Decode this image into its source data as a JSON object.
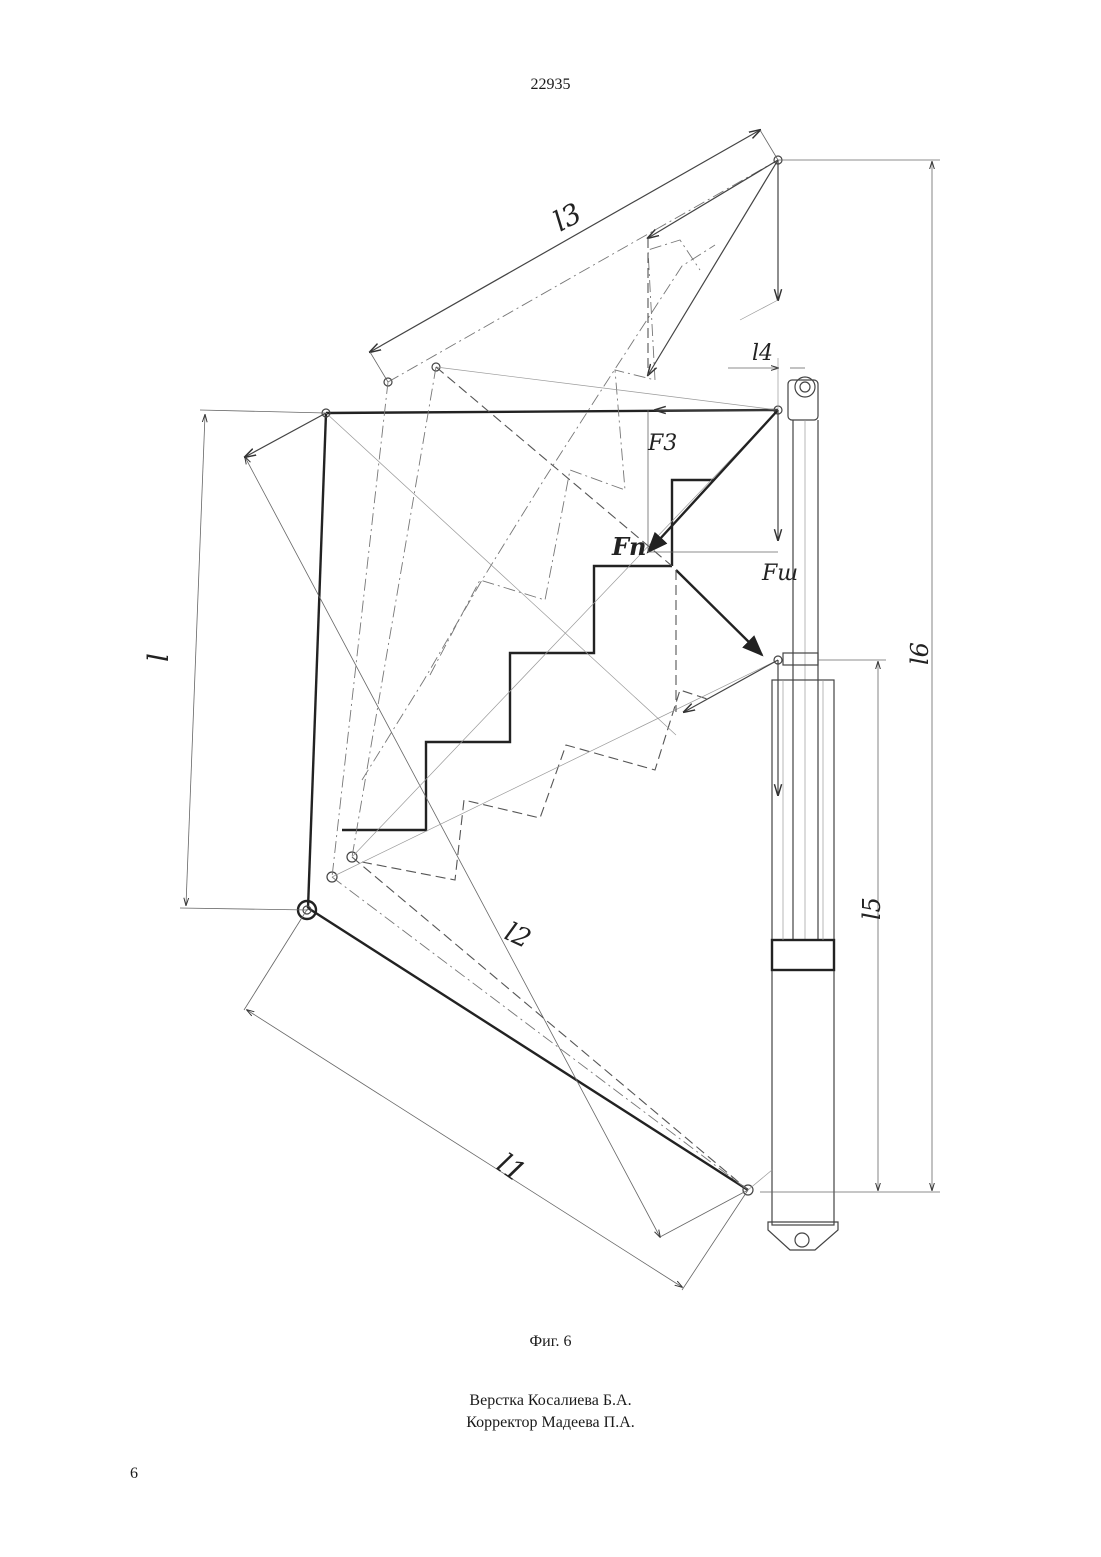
{
  "header": {
    "doc_number": "22935"
  },
  "figure": {
    "labels": {
      "l": "l",
      "l1": "l1",
      "l2": "l2",
      "l3": "l3",
      "l4": "l4",
      "l5": "l5",
      "l6": "l6",
      "f3": "F3",
      "fp": "Fп",
      "fsh": "Fш"
    }
  },
  "caption": "Фиг. 6",
  "credits": {
    "layout": "Верстка Косалиева Б.А.",
    "corrector": "Корректор Мадеева П.А."
  },
  "footer": {
    "page_number": "6"
  }
}
